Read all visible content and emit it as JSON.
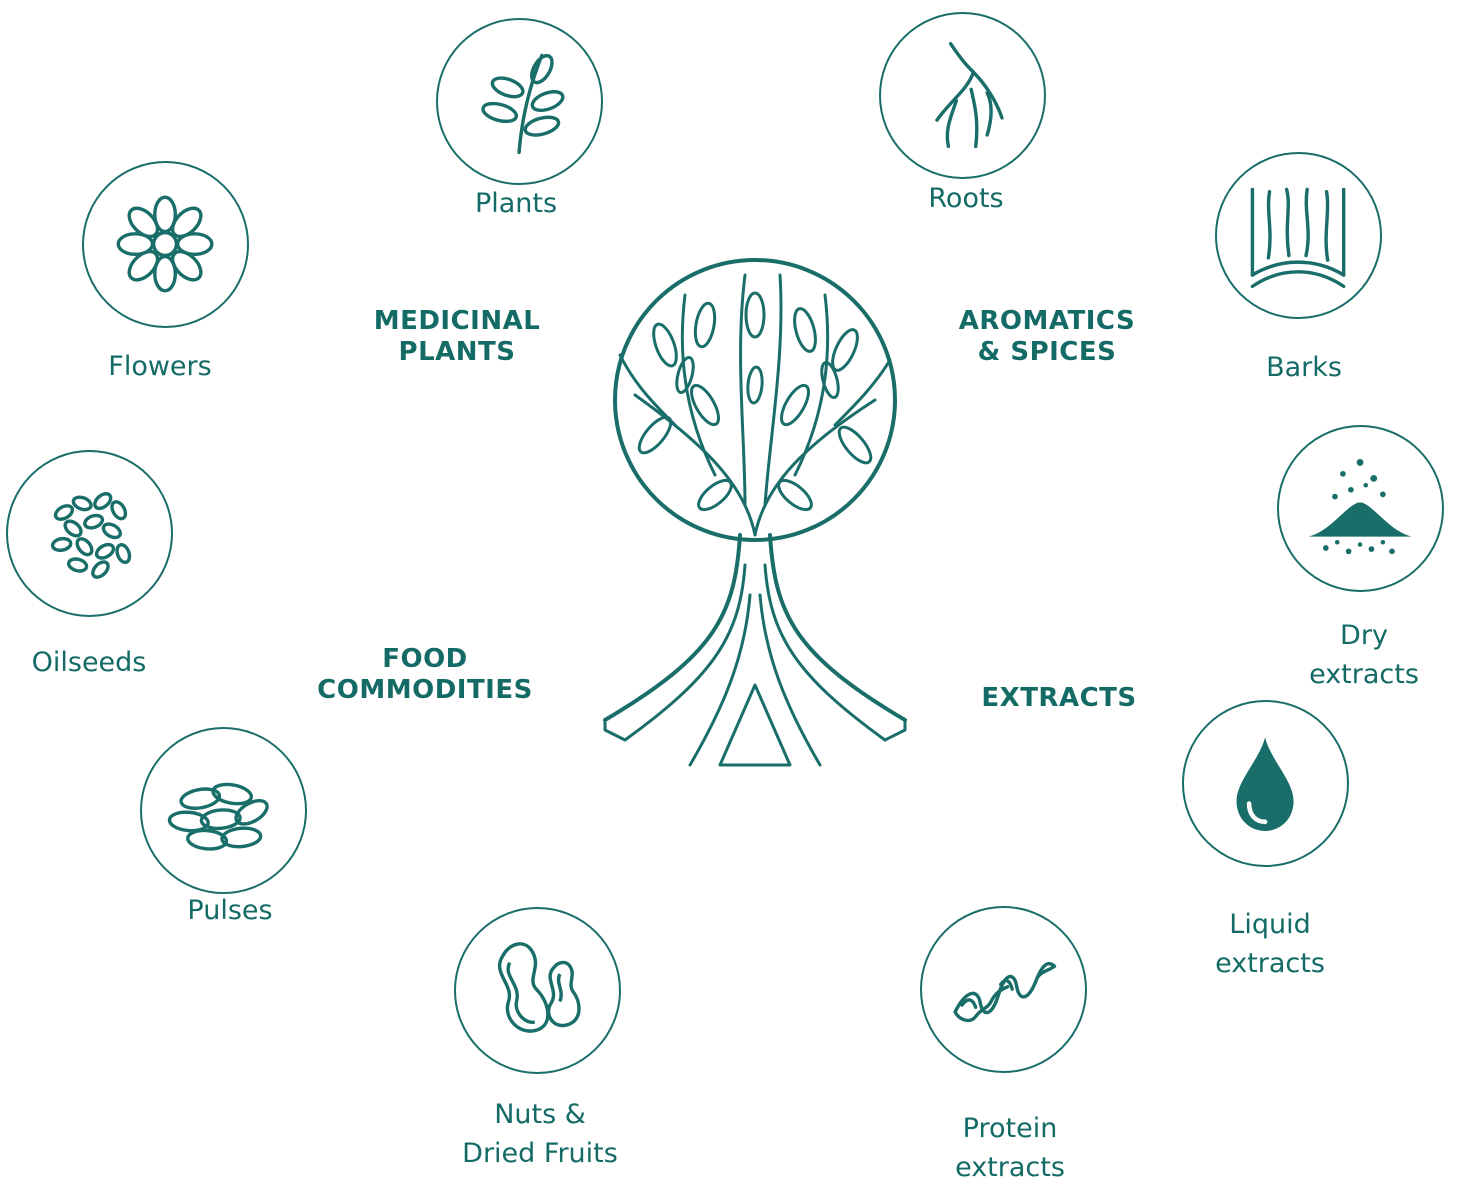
{
  "colors": {
    "accent": "#146b66",
    "stroke": "#1a6e69"
  },
  "center": {
    "icon": "tree-icon"
  },
  "categories": {
    "medicinal_line1": "MEDICINAL",
    "medicinal_line2": "PLANTS",
    "aromatics_line1": "AROMATICS",
    "aromatics_line2": "& SPICES",
    "food_line1": "FOOD",
    "food_line2": "COMMODITIES",
    "extracts_line1": "EXTRACTS"
  },
  "items": {
    "plants": {
      "label": "Plants",
      "icon": "leaf-branch-icon"
    },
    "roots": {
      "label": "Roots",
      "icon": "roots-icon"
    },
    "flowers": {
      "label": "Flowers",
      "icon": "flower-icon"
    },
    "barks": {
      "label": "Barks",
      "icon": "bark-icon"
    },
    "oilseeds": {
      "label": "Oilseeds",
      "icon": "seeds-icon"
    },
    "dry": {
      "line1": "Dry",
      "line2": "extracts",
      "icon": "powder-icon"
    },
    "pulses": {
      "label": "Pulses",
      "icon": "beans-icon"
    },
    "liquid": {
      "line1": "Liquid",
      "line2": "extracts",
      "icon": "drop-icon"
    },
    "nuts": {
      "line1": "Nuts &",
      "line2": "Dried Fruits",
      "icon": "kidney-nuts-icon"
    },
    "protein": {
      "line1": "Protein",
      "line2": "extracts",
      "icon": "helix-icon"
    }
  }
}
